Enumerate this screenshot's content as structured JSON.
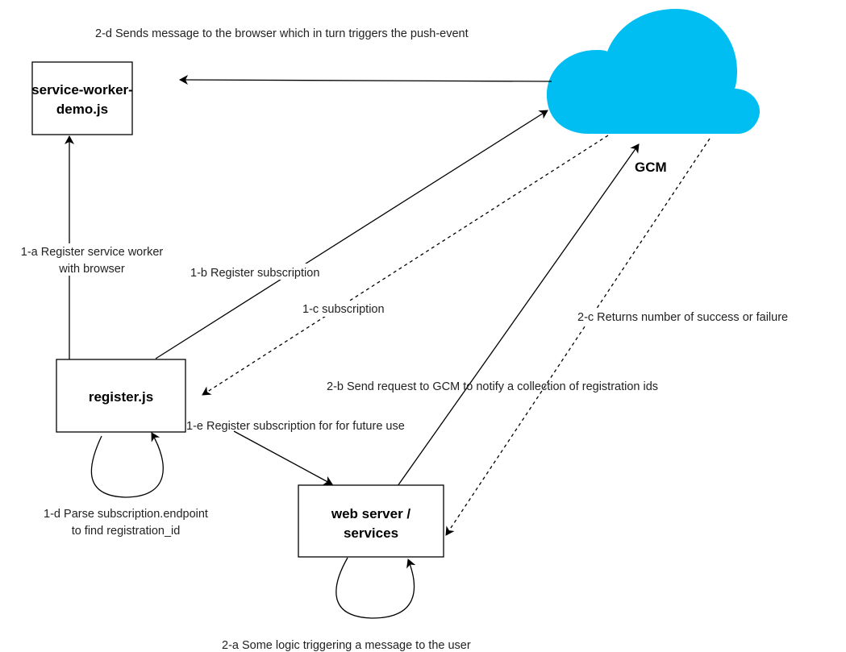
{
  "diagram": {
    "colors": {
      "cloud_fill": "#00BEF2",
      "line": "#000000",
      "box_fill": "#FFFFFF"
    },
    "nodes": {
      "service_worker": {
        "label_lines": [
          "service-worker-",
          "demo.js"
        ]
      },
      "register": {
        "label_lines": [
          "register.js"
        ]
      },
      "web_server": {
        "label_lines": [
          "web server /",
          "services"
        ]
      },
      "gcm": {
        "label": "GCM",
        "icon": "cloud-icon"
      }
    },
    "edges": {
      "e_2d": {
        "label": "2-d Sends message to the browser which in turn triggers the push-event",
        "style": "solid"
      },
      "e_1a": {
        "label_lines": [
          "1-a Register service worker",
          "with browser"
        ],
        "style": "solid"
      },
      "e_1b": {
        "label": "1-b Register subscription",
        "style": "solid"
      },
      "e_1c": {
        "label": "1-c subscription",
        "style": "dashed"
      },
      "e_2c": {
        "label": "2-c Returns number of success or failure",
        "style": "dashed"
      },
      "e_2b": {
        "label": "2-b Send request to GCM to notify a collection of registration ids",
        "style": "solid"
      },
      "e_1e": {
        "label": "1-e Register subscription for for future use",
        "style": "solid"
      },
      "e_1d": {
        "label_lines": [
          "1-d Parse subscription.endpoint",
          "to find registration_id"
        ],
        "style": "solid"
      },
      "e_2a": {
        "label": "2-a Some logic triggering a message to the user",
        "style": "solid"
      }
    }
  }
}
